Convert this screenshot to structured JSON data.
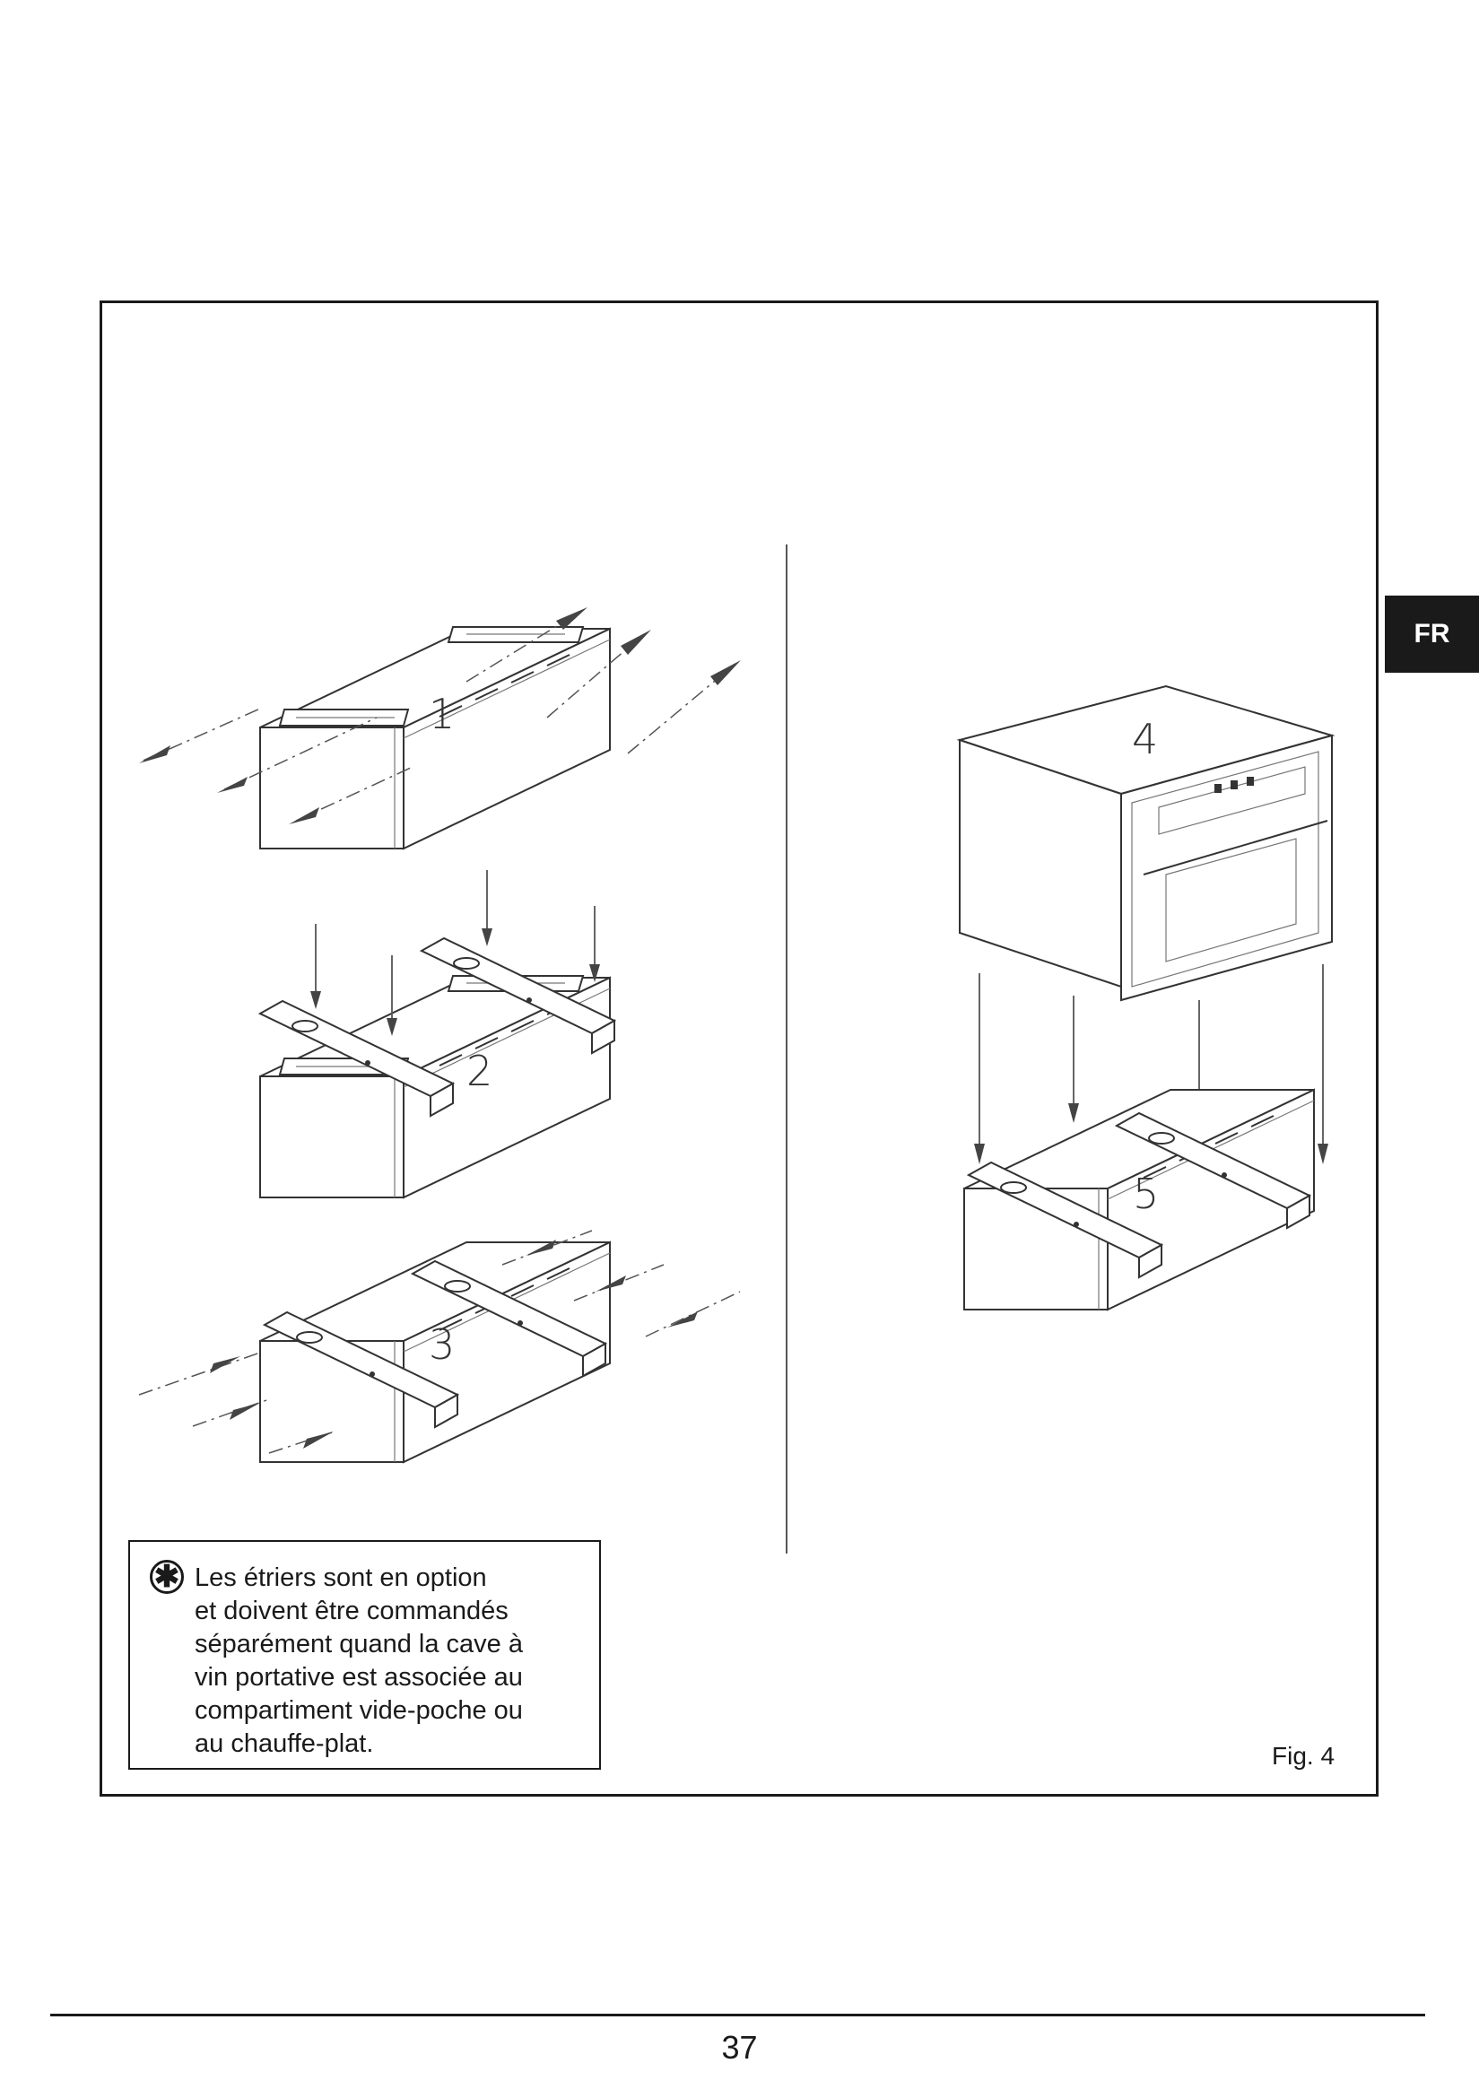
{
  "language_tab": "FR",
  "figure": {
    "step_labels": [
      "1",
      "2",
      "3",
      "4",
      "5"
    ],
    "caption": "Fig. 4"
  },
  "note": {
    "icon": "asterisk-circle-icon",
    "lines": [
      "Les étriers sont en option",
      "et doivent être commandés",
      "séparément quand la cave à",
      "vin portative est associée au",
      "compartiment vide-poche ou",
      "au chauffe-plat."
    ]
  },
  "page_number": "37"
}
